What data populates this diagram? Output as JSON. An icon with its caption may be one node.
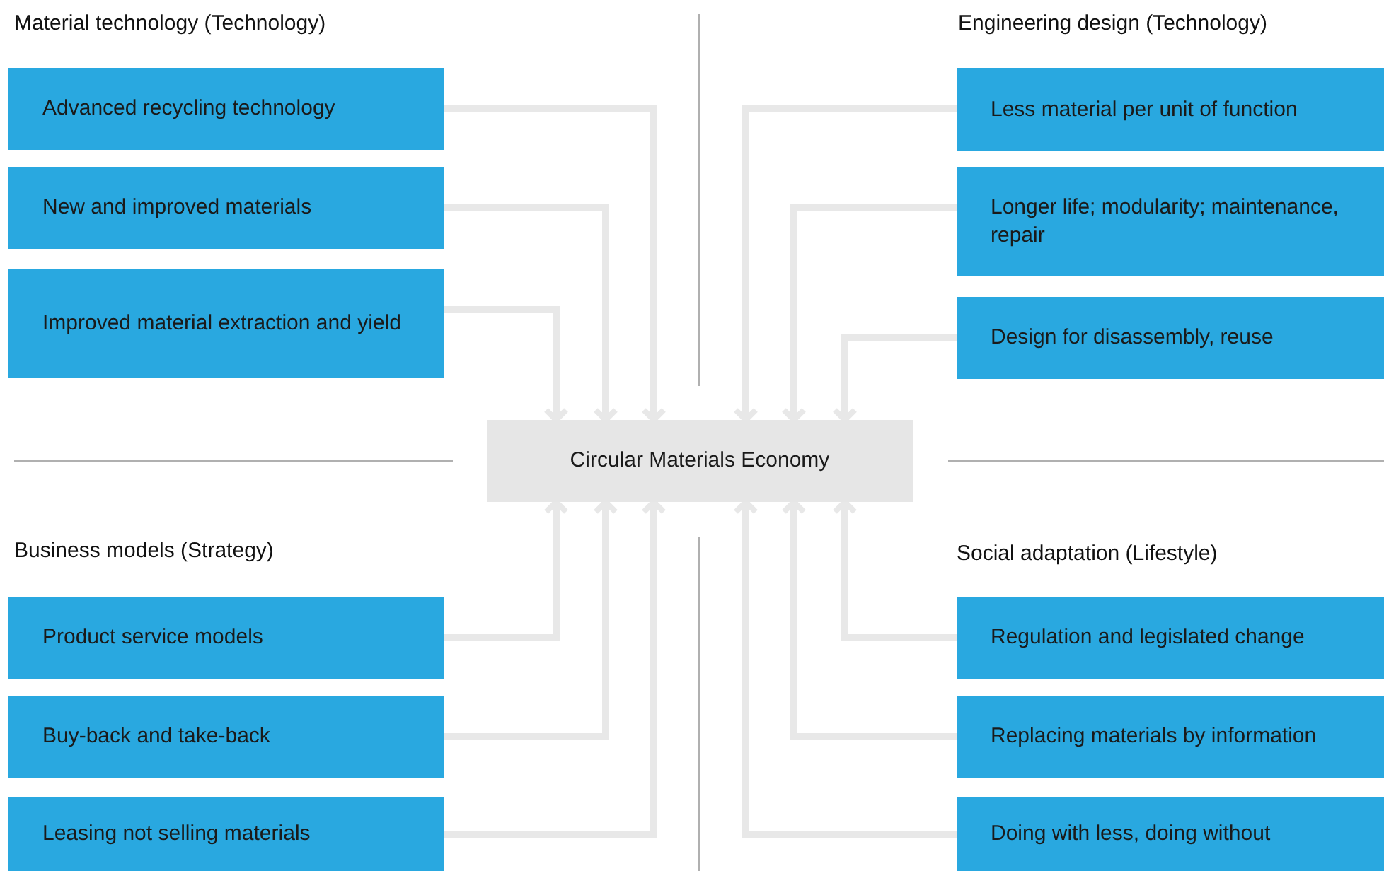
{
  "diagram": {
    "nodes": [
      {
        "text": [
          "Advanced recycling technology"
        ]
      },
      {
        "text": [
          "New and improved materials"
        ]
      },
      {
        "text": [
          "Improved material extraction and yield"
        ]
      },
      {
        "text": [
          "Less material per unit of function"
        ]
      },
      {
        "text": [
          "Longer life; modularity; maintenance, repair"
        ]
      },
      {
        "text": [
          "Design for disassembly, reuse"
        ]
      },
      {
        "text": [
          "Circular Materials Economy"
        ]
      },
      {
        "text": [
          "Product service models"
        ]
      },
      {
        "text": [
          "Buy-back and take-back"
        ]
      },
      {
        "text": [
          "Leasing not selling materials"
        ]
      },
      {
        "text": [
          "Regulation and legislated change"
        ]
      },
      {
        "text": [
          "Replacing materials by information"
        ]
      },
      {
        "text": [
          "Doing with less, doing without"
        ]
      }
    ],
    "edges": [
      {
        "from": 0,
        "to": 6,
        "arrow": "to"
      },
      {
        "from": 1,
        "to": 6,
        "arrow": "to"
      },
      {
        "from": 2,
        "to": 6,
        "arrow": "to"
      },
      {
        "from": 3,
        "to": 6,
        "arrow": "to"
      },
      {
        "from": 4,
        "to": 6,
        "arrow": "to"
      },
      {
        "from": 5,
        "to": 6,
        "arrow": "to"
      },
      {
        "from": 7,
        "to": 6,
        "arrow": "to"
      },
      {
        "from": 8,
        "to": 6,
        "arrow": "to"
      },
      {
        "from": 9,
        "to": 6,
        "arrow": "to"
      },
      {
        "from": 10,
        "to": 6,
        "arrow": "to"
      },
      {
        "from": 11,
        "to": 6,
        "arrow": "to"
      },
      {
        "from": 12,
        "to": 6,
        "arrow": "to"
      }
    ],
    "labels": [
      "Material technology (Technology)",
      "Engineering design (Technology)",
      "Business models (Strategy)",
      "Social adaptation (Lifestyle)"
    ]
  }
}
